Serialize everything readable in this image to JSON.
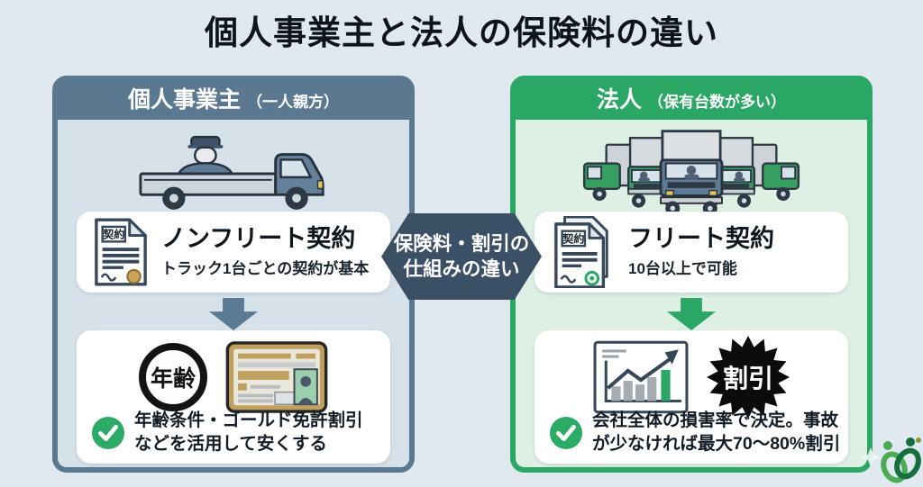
{
  "page_title": "個人事業主と法人の保険料の違い",
  "center_badge": {
    "line1": "保険料・割引の",
    "line2": "仕組みの違い"
  },
  "left_panel": {
    "header_title": "個人事業主",
    "header_subtitle": "（一人親方）",
    "truck_illustration": "single-truck-with-driver",
    "contract": {
      "doc_label": "契約",
      "title": "ノンフリート契約",
      "subtitle": "トラック1台ごとの契約が基本"
    },
    "result": {
      "age_label": "年齢",
      "license_illustration": "gold-drivers-license",
      "check_line1": "年齢条件・ゴールド免許割引",
      "check_line2": "などを活用して安くする"
    }
  },
  "right_panel": {
    "header_title": "法人",
    "header_subtitle": "（保有台数が多い）",
    "truck_illustration": "truck-fleet",
    "contract": {
      "doc_label": "契約",
      "title": "フリート契約",
      "subtitle": "10台以上で可能"
    },
    "result": {
      "discount_label": "割引",
      "chart_illustration": "rising-bar-chart",
      "check_line1": "会社全体の損害率で決定。事故",
      "check_line2": "が少なければ最大70〜80%割引"
    }
  },
  "colors": {
    "background": "#e0e9ef",
    "slate": "#5b7891",
    "slate_dark": "#3b5064",
    "panel_blue_fill": "#d7e1e9",
    "green": "#2aa765",
    "panel_green_fill": "#def0e4",
    "check_green": "#2bab66",
    "gold_seal": "#c9a25a",
    "black_badge": "#0d0d0d"
  }
}
